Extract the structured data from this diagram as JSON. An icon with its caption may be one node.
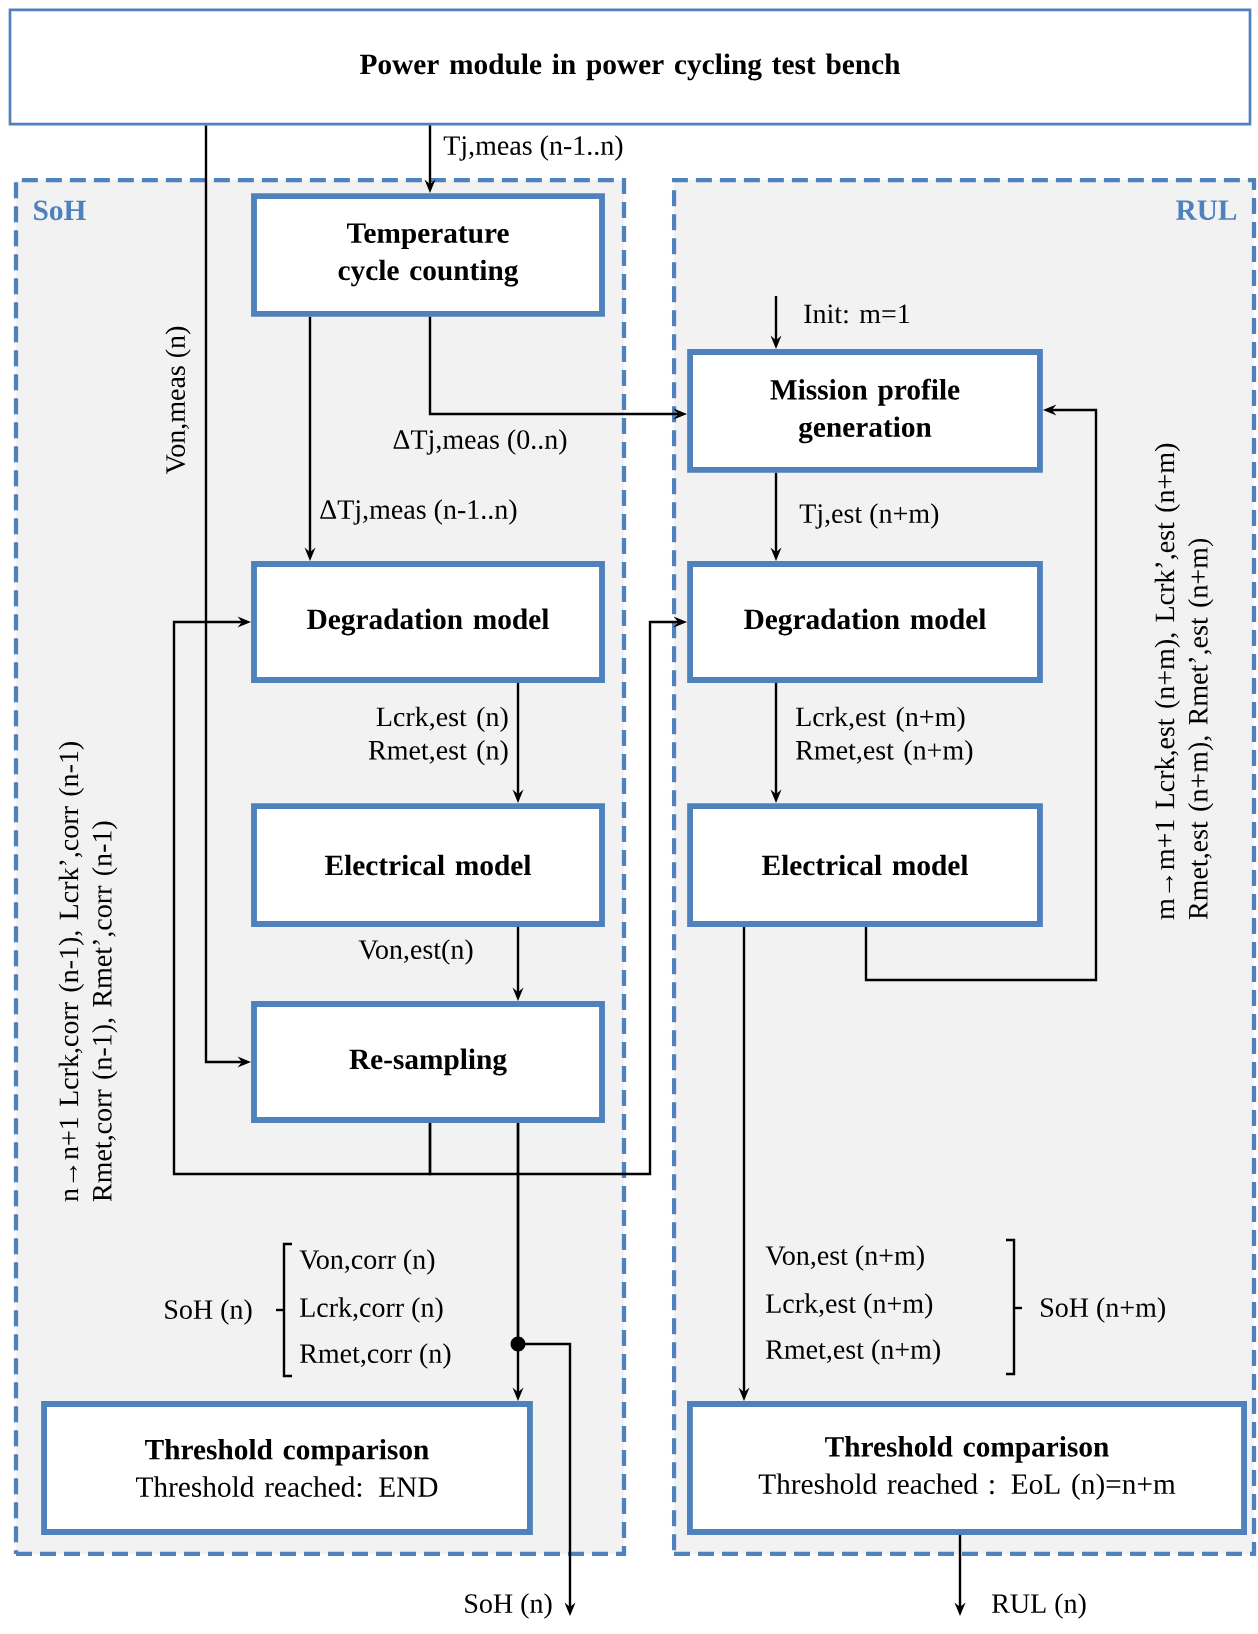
{
  "diagram": {
    "nodes": [
      {
        "text": [
          "Power module in power cycling test bench"
        ]
      },
      {
        "text": [
          "SoH"
        ]
      },
      {
        "text": [
          "RUL"
        ]
      },
      {
        "text": [
          "Temperature cycle counting"
        ],
        "in": 1
      },
      {
        "text": [
          "Degradation model"
        ],
        "in": 1
      },
      {
        "text": [
          "Electrical model"
        ],
        "in": 1
      },
      {
        "text": [
          "Re-sampling"
        ],
        "in": 1
      },
      {
        "text": [
          "Threshold comparison",
          "Threshold reached: END"
        ],
        "in": 1
      },
      {
        "text": [
          "Mission profile generation"
        ],
        "in": 2
      },
      {
        "text": [
          "Degradation model"
        ],
        "in": 2
      },
      {
        "text": [
          "Electrical model"
        ],
        "in": 2
      },
      {
        "text": [
          "Threshold comparison",
          "Threshold reached : EoL (n)=n+m"
        ],
        "in": 2
      }
    ],
    "edges": [
      {
        "from": 0,
        "to": 3,
        "arrow": "to",
        "label": "Tj,meas (n-1..n)"
      },
      {
        "from": 0,
        "to": 6,
        "arrow": "to",
        "label": "Von,meas (n)"
      },
      {
        "from": 3,
        "to": 4,
        "arrow": "to",
        "label": "ΔTj,meas (n-1..n)"
      },
      {
        "from": 3,
        "to": 8,
        "arrow": "to",
        "label": "ΔTj,meas (0..n)"
      },
      {
        "from": 4,
        "to": 5,
        "arrow": "to",
        "label": "Lcrk,est (n) Rmet,est (n)"
      },
      {
        "from": 5,
        "to": 6,
        "arrow": "to",
        "label": "Von,est(n)"
      },
      {
        "from": 6,
        "to": 7,
        "arrow": "to"
      },
      {
        "from": 6,
        "to": 4,
        "arrow": "to",
        "label": "n→n+1 Lcrk,corr (n-1), Lcrk’,corr (n-1) Rmet,corr (n-1), Rmet’,corr (n-1)"
      },
      {
        "from": 6,
        "to": 9,
        "arrow": "to"
      },
      {
        "from": 6,
        "to": null,
        "arrow": "to",
        "label": "SoH (n)"
      },
      {
        "from": null,
        "to": 8,
        "arrow": "to",
        "label": "Init: m=1"
      },
      {
        "from": 8,
        "to": 9,
        "arrow": "to",
        "label": "Tj,est (n+m)"
      },
      {
        "from": 9,
        "to": 10,
        "arrow": "to",
        "label": "Lcrk,est (n+m) Rmet,est (n+m)"
      },
      {
        "from": 10,
        "to": 8,
        "arrow": "to",
        "label": "m→m+1 Lcrk,est (n+m), Lcrk’,est (n+m) Rmet,est (n+m), Rmet’,est (n+m)"
      },
      {
        "from": 10,
        "to": 11,
        "arrow": "to"
      },
      {
        "from": 11,
        "to": null,
        "arrow": "to",
        "label": "RUL (n)"
      }
    ],
    "labels": [
      "SoH (n)",
      "Von,corr (n)",
      "Lcrk,corr (n)",
      "Rmet,corr (n)",
      "Von,est (n+m)",
      "Lcrk,est (n+m)",
      "Rmet,est (n+m)",
      "SoH (n+m)"
    ]
  }
}
